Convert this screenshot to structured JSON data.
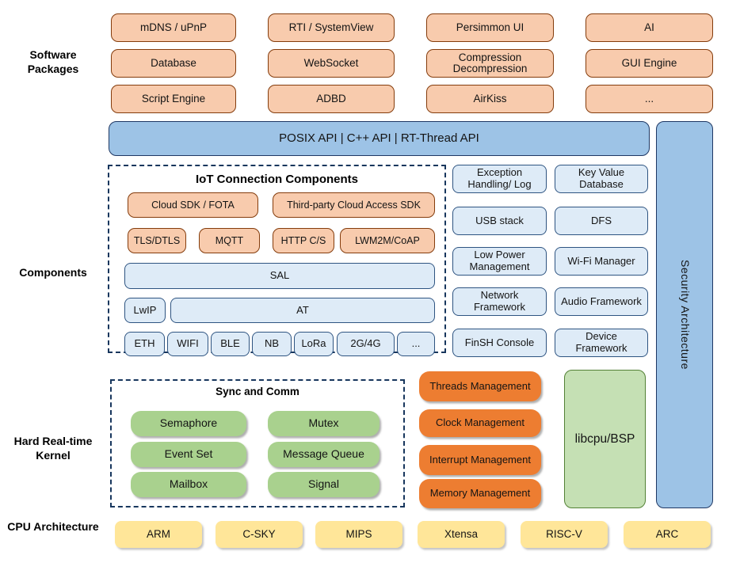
{
  "side_labels": {
    "software_packages": "Software Packages",
    "components": "Components",
    "kernel": "Hard Real-time Kernel",
    "cpu": "CPU Architecture"
  },
  "software_packages": {
    "items": [
      "mDNS / uPnP",
      "RTI / SystemView",
      "Persimmon UI",
      "AI",
      "Database",
      "WebSocket",
      "Compression Decompression",
      "GUI Engine",
      "Script Engine",
      "ADBD",
      "AirKiss",
      "..."
    ]
  },
  "api_bar": {
    "text": "POSIX API  |  C++ API  |  RT-Thread API"
  },
  "security_bar": {
    "text": "Security Architecture"
  },
  "iot_components": {
    "title": "IoT Connection Components",
    "sdk": [
      "Cloud SDK / FOTA",
      "Third-party Cloud Access SDK"
    ],
    "protocols": [
      "TLS/DTLS",
      "MQTT",
      "HTTP C/S",
      "LWM2M/CoAP"
    ],
    "sal": "SAL",
    "lwip": "LwIP",
    "at": "AT",
    "links": [
      "ETH",
      "WIFI",
      "BLE",
      "NB",
      "LoRa",
      "2G/4G",
      "..."
    ]
  },
  "services": {
    "items": [
      "Exception Handling/ Log",
      "Key Value Database",
      "USB stack",
      "DFS",
      "Low Power Management",
      "Wi-Fi Manager",
      "Network Framework",
      "Audio Framework",
      "FinSH Console",
      "Device Framework"
    ]
  },
  "kernel": {
    "sync_title": "Sync and Comm",
    "sync_items": [
      "Semaphore",
      "Mutex",
      "Event Set",
      "Message Queue",
      "Mailbox",
      "Signal"
    ],
    "mgmt_items": [
      "Threads Management",
      "Clock Management",
      "Interrupt Management",
      "Memory Management"
    ],
    "libcpu": "libcpu/BSP"
  },
  "cpu_architectures": [
    "ARM",
    "C-SKY",
    "MIPS",
    "Xtensa",
    "RISC-V",
    "ARC"
  ],
  "colors": {
    "package_fill": "#F8CBAD",
    "package_border": "#843C0C",
    "api_fill": "#9DC3E6",
    "navy": "#1F3864",
    "component_fill": "#DEEBF7",
    "component_border": "#2E5481",
    "sync_fill": "#A9D18E",
    "mgmt_fill": "#ED7D31",
    "libcpu_fill": "#C5E0B4",
    "libcpu_border": "#538135",
    "cpu_fill": "#FFE699"
  }
}
